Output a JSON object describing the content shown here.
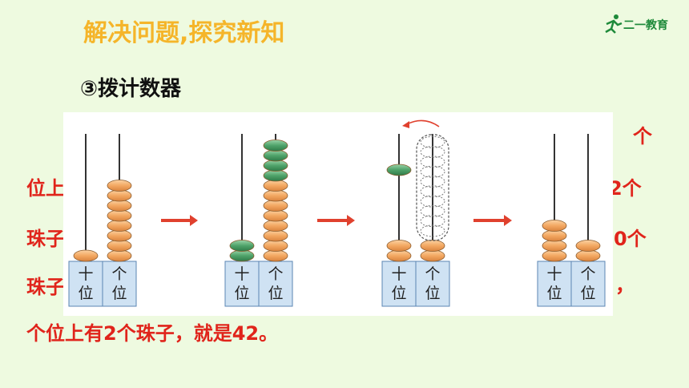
{
  "title": "解决问题,探究新知",
  "logo_text": "二一教育",
  "subtitle": "③拨计数器",
  "text_fragments": {
    "r1": "个",
    "l2": "位上",
    "r2": "2个",
    "l3": "珠子",
    "r3": "0个",
    "l4": "珠子",
    "r4": "，",
    "bottom": "个位上有2个珠子，就是42。"
  },
  "abacus_labels": {
    "tens": [
      "十",
      "位"
    ],
    "ones": [
      "个",
      "位"
    ]
  },
  "steps": [
    {
      "tens_beads": 1,
      "ones_beads": 8,
      "ones_added": 0
    },
    {
      "tens_beads": 2,
      "ones_beads": 12,
      "ones_added": 4
    },
    {
      "tens_beads": 3,
      "ones_beads": 2,
      "ones_exchanged": 10
    },
    {
      "tens_beads": 4,
      "ones_beads": 2
    }
  ],
  "colors": {
    "bead": "#f3a862",
    "new_bead": "#4fa36a",
    "text_red": "#e0241b",
    "title": "#f5b52a",
    "box": "#cfe2f3"
  }
}
